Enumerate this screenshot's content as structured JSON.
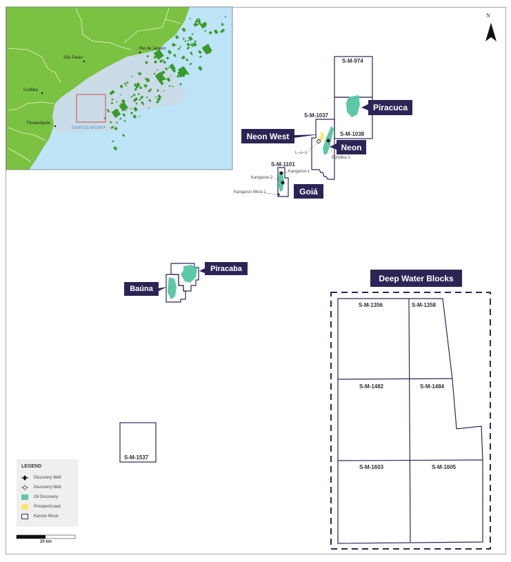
{
  "map": {
    "north_label": "N",
    "inset": {
      "cities": [
        {
          "name": "São Paulo"
        },
        {
          "name": "Rio de Janeiro"
        },
        {
          "name": "Curitiba"
        },
        {
          "name": "Florianópolis"
        }
      ],
      "basin_label": "SANTOS BASIN",
      "colors": {
        "land": "#7cc242",
        "sea": "#bde4f7",
        "basin": "#c9dbe6",
        "fields": "#3a9a2a",
        "focus_box": "#d04848"
      }
    },
    "callouts": {
      "piracuca": "Piracuca",
      "neon_west": "Neon West",
      "neon": "Neon",
      "goia": "Goiá",
      "piracaba": "Piracaba",
      "bauna": "Baúna",
      "deep_water": "Deep Water Blocks"
    },
    "blocks": {
      "s_m_974": "S-M-974",
      "s_m_1037": "S-M-1037",
      "s_m_1038": "S-M-1038",
      "s_m_1101": "S-M-1101",
      "s_m_1537": "S-M-1537",
      "s_m_1356": "S-M-1356",
      "s_m_1358": "S-M-1358",
      "s_m_1482": "S-M-1482",
      "s_m_1484": "S-M-1484",
      "s_m_1603": "S-M-1603",
      "s_m_1605": "S-M-1605"
    },
    "wells": {
      "lucius_1": "L‒u‒1",
      "echidna_1": "Echidna 1",
      "kangaroo_1": "Kangaroo-1",
      "kangaroo_2": "Kangaroo-2",
      "kangaroo_west_1": "Kangaroo West-1"
    },
    "colors": {
      "callout_bg": "#2d2456",
      "block_line": "#2d2456",
      "oil": "#5cc8a8",
      "prospect": "#f7e96b"
    },
    "legend": {
      "title": "LEGEND",
      "items": [
        {
          "label": "Discovery Well",
          "symbol": "filled-well"
        },
        {
          "label": "Discovery Well",
          "symbol": "hollow-well"
        },
        {
          "label": "Oil Discovery",
          "symbol": "oil-swatch"
        },
        {
          "label": "Prospect/Lead",
          "symbol": "prospect-swatch"
        },
        {
          "label": "Karoon Block",
          "symbol": "block-swatch"
        }
      ]
    },
    "scale": {
      "label": "20 km"
    }
  }
}
